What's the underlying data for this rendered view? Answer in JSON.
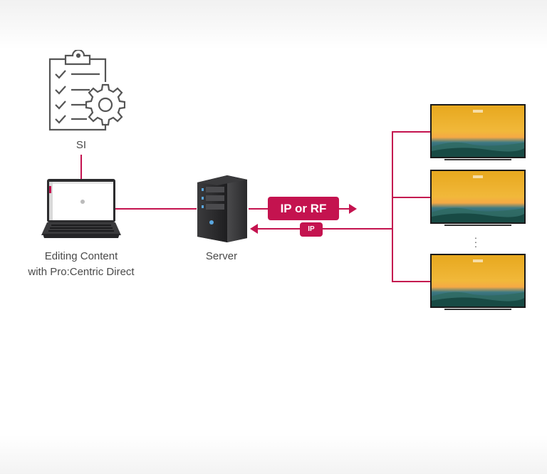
{
  "labels": {
    "si": "SI",
    "editing_line1": "Editing Content",
    "editing_line2": "with Pro:Centric Direct",
    "server": "Server"
  },
  "badges": {
    "ip_or_rf": "IP or RF",
    "ip": "IP"
  },
  "icons": [
    "clipboard-gear-icon",
    "laptop-icon",
    "server-tower-icon",
    "tv-display-icon"
  ],
  "colors": {
    "accent": "#c4134f",
    "text": "#4a4a4a",
    "icon_stroke": "#555555"
  }
}
